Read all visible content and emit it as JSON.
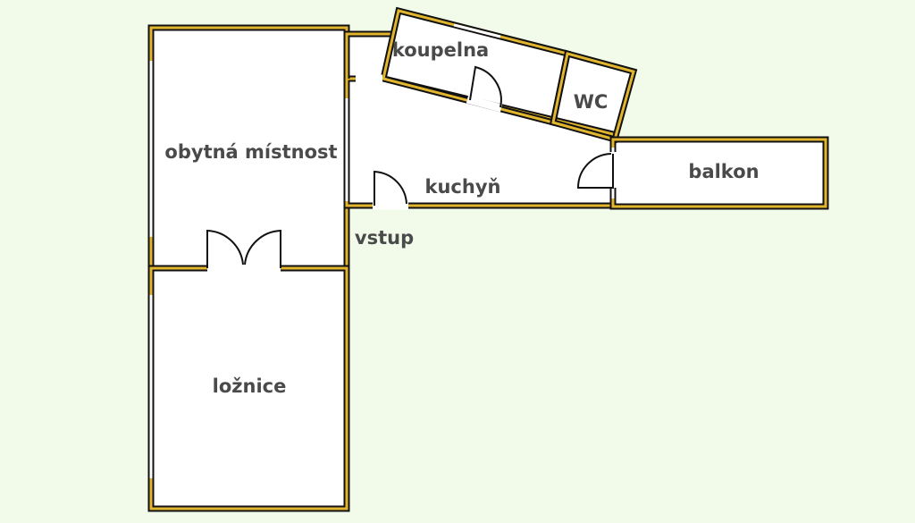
{
  "rooms": {
    "living": "obytná místnost",
    "kitchen": "kuchyň",
    "bathroom": "koupelna",
    "wc": "WC",
    "balcony": "balkon",
    "bedroom": "ložnice",
    "entrance": "vstup"
  },
  "colors": {
    "background": "#f2fbe9",
    "wall_outline": "#111111",
    "wall_fill": "#e2b52e",
    "room_fill": "#ffffff",
    "label": "#4a4a4a"
  }
}
